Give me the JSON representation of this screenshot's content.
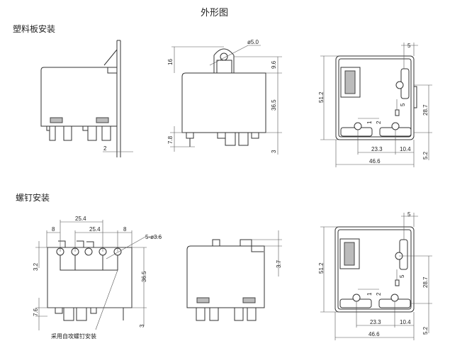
{
  "title": "外形图",
  "sections": {
    "plastic_mount": "塑料板安装",
    "screw_mount": "螺钉安装"
  },
  "view_side_plate": {
    "dim_plate": "2"
  },
  "view_front": {
    "hole": "ø5.0",
    "dim_tab": "16",
    "dim_hole": "9.6",
    "dim_body": "36.5",
    "dim_pin": "7.8",
    "dim_terminal": "3"
  },
  "view_bottom_1": {
    "dim_height": "51.2",
    "dim_5": "5",
    "dim_28": "28.7",
    "dim_52": "5.2",
    "dim_23": "23.3",
    "dim_10": "10.4",
    "dim_width": "46.6",
    "pin1": "1",
    "pin2": "2",
    "pin5": "5"
  },
  "view_screw_front": {
    "dim_a": "25.4",
    "dim_b": "25.4",
    "dim_l": "8",
    "dim_r": "8",
    "holes": "5-ø3.6",
    "dim_32": "3.2",
    "dim_body": "36.5",
    "dim_pin": "7.6",
    "dim_term": "3",
    "note": "采用自攻螺钉安装"
  },
  "view_screw_side": {
    "dim_37": "3.7"
  },
  "view_bottom_2": {
    "dim_height": "51.2",
    "dim_5": "5",
    "dim_28": "28.7",
    "dim_52": "5.2",
    "dim_23": "23.3",
    "dim_10": "10.4",
    "dim_width": "46.6",
    "pin1": "1",
    "pin2": "2",
    "pin5": "5"
  }
}
